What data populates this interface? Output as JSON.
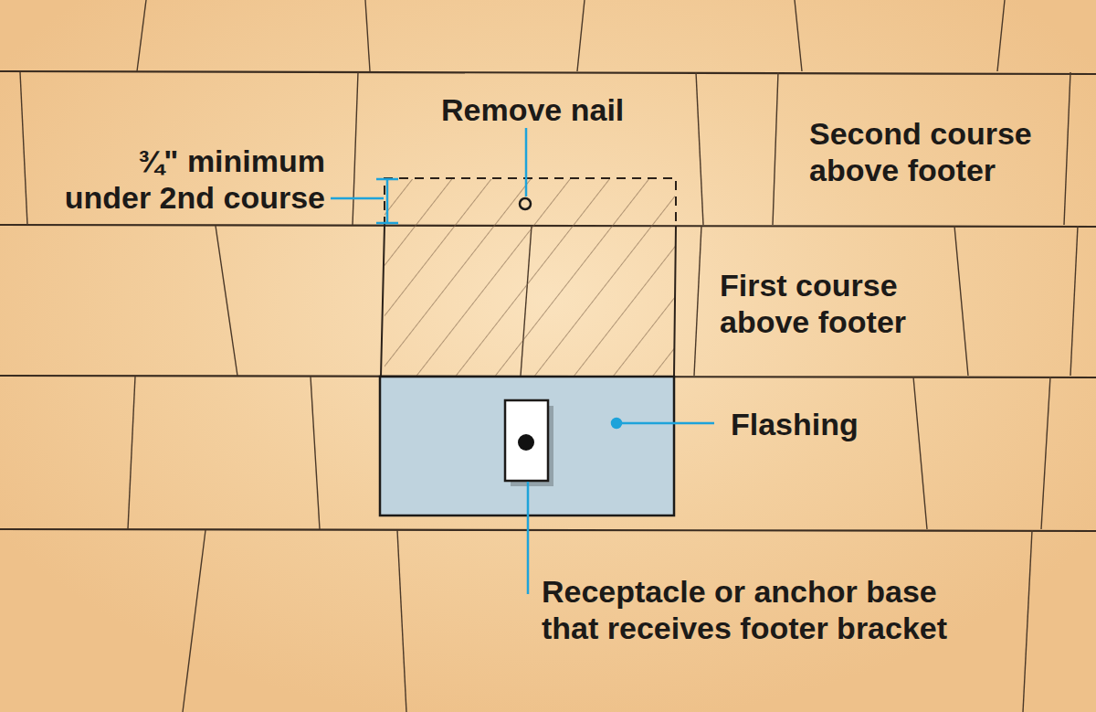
{
  "diagram": {
    "labels": [
      "Remove nail",
      "¾\" minimum under 2nd course",
      "Second course above footer",
      "First course above footer",
      "Flashing",
      "Receptacle or anchor base that receives footer bracket"
    ]
  }
}
